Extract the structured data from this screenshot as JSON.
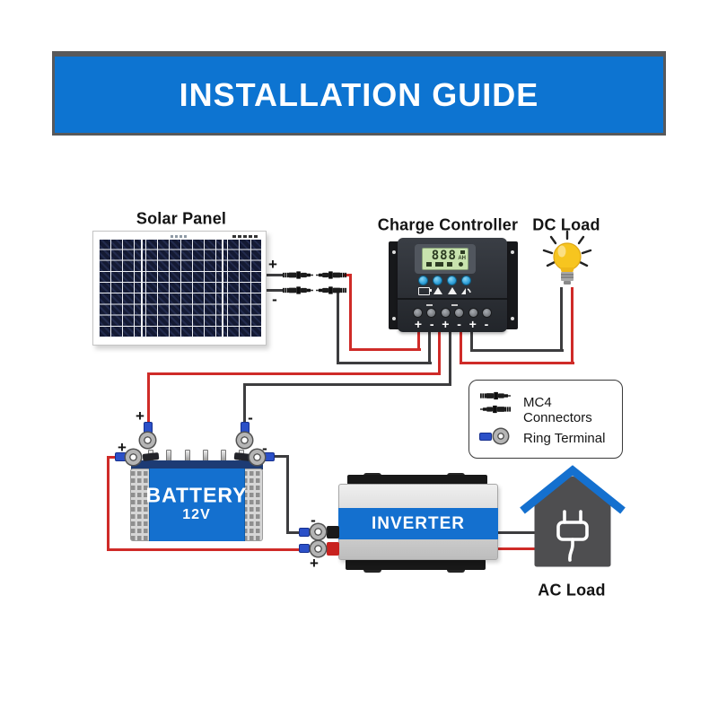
{
  "header": {
    "title": "INSTALLATION GUIDE"
  },
  "sections": {
    "solar_panel": "Solar Panel",
    "charge_controller": "Charge Controller",
    "dc_load": "DC Load",
    "ac_load": "AC Load"
  },
  "polarity": {
    "plus": "+",
    "minus": "-"
  },
  "charge_controller": {
    "display_value": "888",
    "display_unit": "AH",
    "terminal_labels": [
      "+",
      "-",
      "+",
      "-",
      "+",
      "-"
    ]
  },
  "battery": {
    "name": "BATTERY",
    "voltage": "12V"
  },
  "inverter": {
    "name": "INVERTER"
  },
  "legend": {
    "items": [
      {
        "label": "MC4 Connectors"
      },
      {
        "label": "Ring Terminal"
      }
    ]
  },
  "colors": {
    "banner_blue": "#0d74d1",
    "accent_blue": "#1470cf",
    "wire_red": "#cf2b28",
    "wire_black": "#3d3d3f"
  }
}
